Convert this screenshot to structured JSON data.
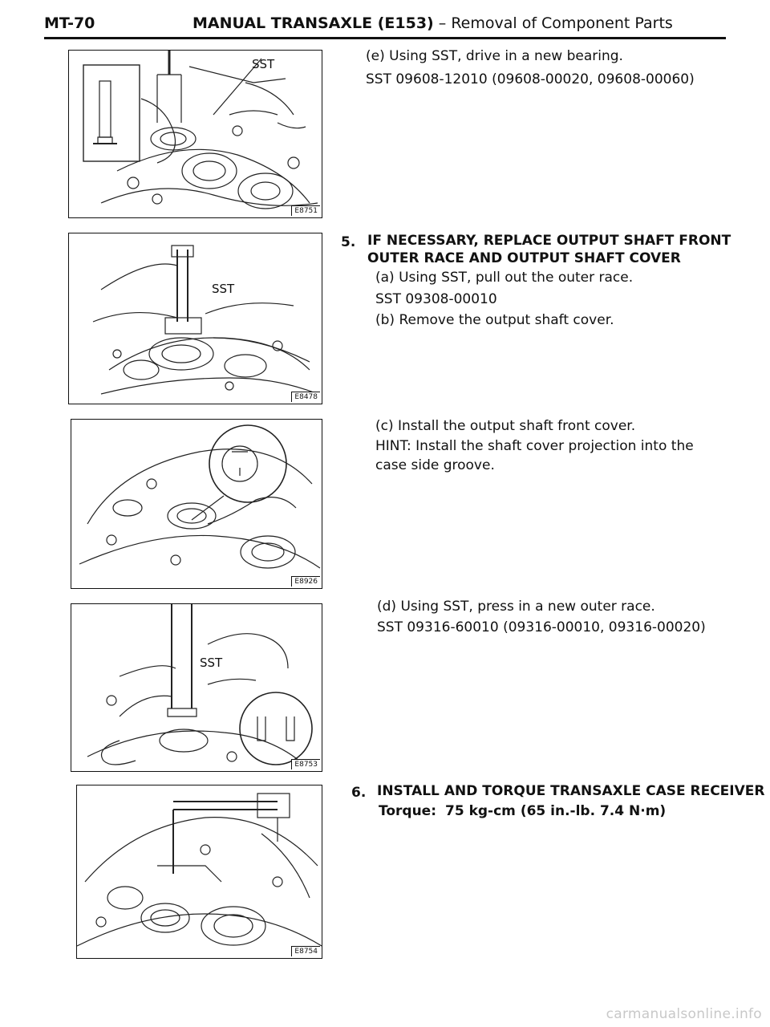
{
  "header": {
    "page_code": "MT-70",
    "title_bold": "MANUAL TRANSAXLE (E153)",
    "title_rest": " – Removal of Component Parts"
  },
  "figures": [
    {
      "id": "E8751",
      "sst_label": "SST"
    },
    {
      "id": "E8478",
      "sst_label": "SST"
    },
    {
      "id": "E8926"
    },
    {
      "id": "E8753",
      "sst_label": "SST"
    },
    {
      "id": "E8754"
    }
  ],
  "steps": {
    "e": {
      "text": "(e)  Using SST, drive in a new bearing.",
      "sst": "SST 09608-12010 (09608-00020, 09608-00060)"
    },
    "s5": {
      "number": "5.",
      "title_line1": "IF NECESSARY, REPLACE OUTPUT SHAFT FRONT",
      "title_line2": "OUTER RACE AND OUTPUT SHAFT COVER"
    },
    "a": {
      "text": "(a)  Using SST, pull out the outer race.",
      "sst": "SST 09308-00010"
    },
    "b": {
      "text": "(b)  Remove the output shaft cover."
    },
    "c": {
      "text": "(c)  Install the output shaft front cover.",
      "hint": "HINT:  Install the shaft cover projection into the case side groove."
    },
    "d": {
      "text": "(d)  Using SST, press in a new outer race.",
      "sst": "SST 09316-60010 (09316-00010, 09316-00020)"
    },
    "s6": {
      "number": "6.",
      "title": "INSTALL AND TORQUE TRANSAXLE CASE RECEIVER",
      "torque_label": "Torque:",
      "torque_value": "75 kg-cm (65 in.-lb. 7.4 N·m)"
    }
  },
  "footer": "carmanualsonline.info"
}
